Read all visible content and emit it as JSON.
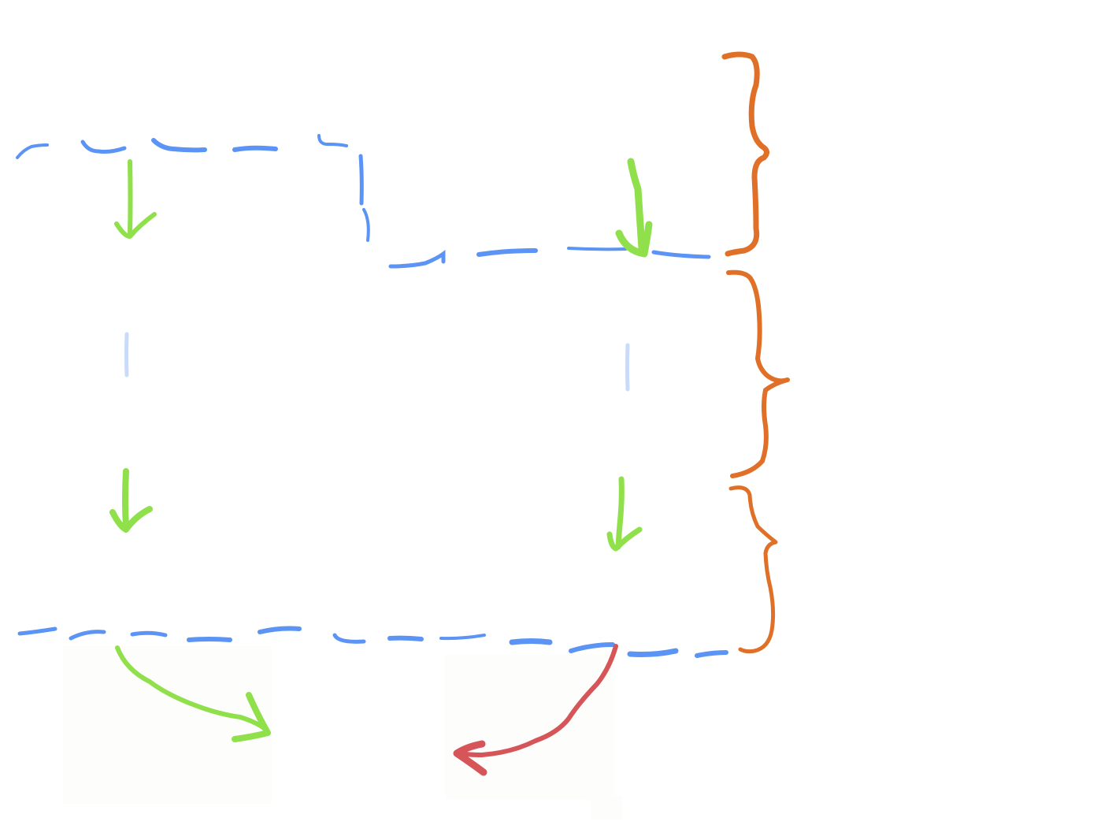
{
  "diagram": {
    "background_color": "#ffffff",
    "colors": {
      "boundary_dashed": "#5b94f5",
      "boundary_faint": "#c9dbf9",
      "flow_arrow": "#8fe04b",
      "highlight_arrow": "#d65558",
      "brace": "#e07027",
      "shadow_panel": "#fdfdfb"
    },
    "icons": [
      "down-arrow-icon",
      "curved-arrow-icon",
      "curly-brace-icon"
    ],
    "elements": {
      "boundaries": [
        "top-boundary",
        "middle-boundary",
        "bottom-boundary"
      ],
      "arrows": [
        "left-top-down-arrow",
        "right-top-down-arrow",
        "left-middle-down-arrow",
        "right-middle-down-arrow",
        "bottom-right-curved-arrow",
        "bottom-left-red-arrow"
      ],
      "braces": [
        "upper-brace",
        "middle-brace",
        "lower-brace"
      ]
    }
  }
}
